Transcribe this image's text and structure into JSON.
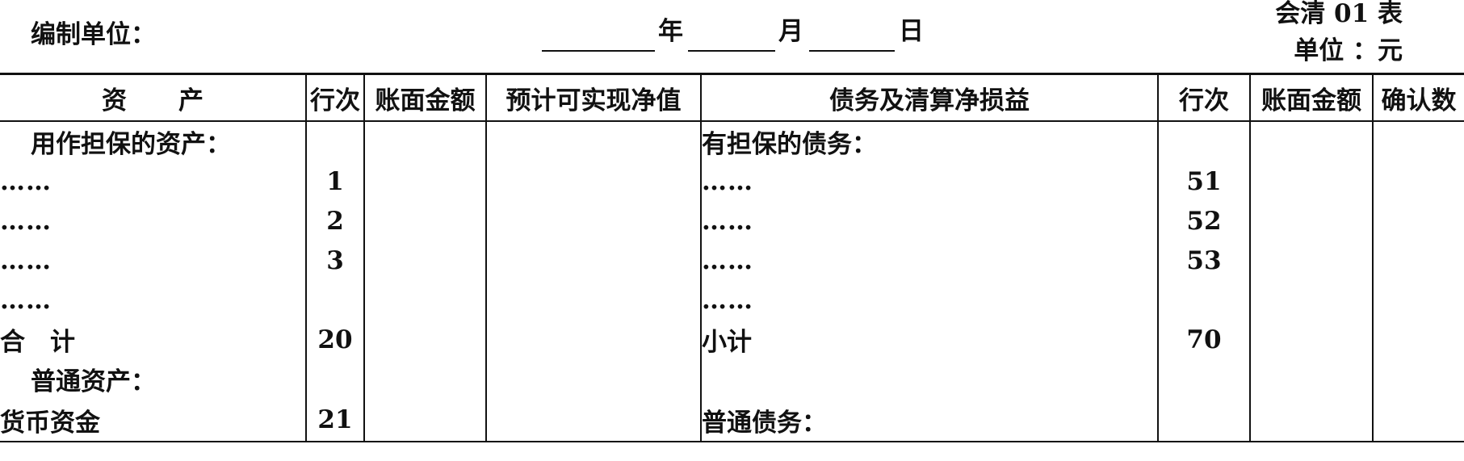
{
  "header": {
    "unit_label": "编制单位：",
    "year_label": "年",
    "month_label": "月",
    "day_label": "日",
    "form_code": "会清 01 表",
    "currency_label": "单位 ：元"
  },
  "columns": {
    "asset": "资产",
    "row_no": "行次",
    "book_value": "账面金额",
    "realizable_value": "预计可实现净值",
    "debt": "债务及清算净损益",
    "row_no_2": "行次",
    "book_value_2": "账面金额",
    "confirmed": "确认数"
  },
  "rows": [
    {
      "asset": "用作担保的资产：",
      "row1": "",
      "debt": "有担保的债务：",
      "row2": ""
    },
    {
      "asset": "……",
      "row1": "1",
      "debt": "……",
      "row2": "51"
    },
    {
      "asset": "……",
      "row1": "2",
      "debt": "……",
      "row2": "52"
    },
    {
      "asset": "……",
      "row1": "3",
      "debt": "……",
      "row2": "53"
    },
    {
      "asset": "……",
      "row1": "",
      "debt": "……",
      "row2": ""
    },
    {
      "asset": "合　计",
      "row1": "20",
      "debt": "小计",
      "row2": "70"
    },
    {
      "asset": "普通资产：",
      "row1": "",
      "debt": "",
      "row2": ""
    },
    {
      "asset": "货币资金",
      "row1": "21",
      "debt": "普通债务：",
      "row2": ""
    }
  ]
}
